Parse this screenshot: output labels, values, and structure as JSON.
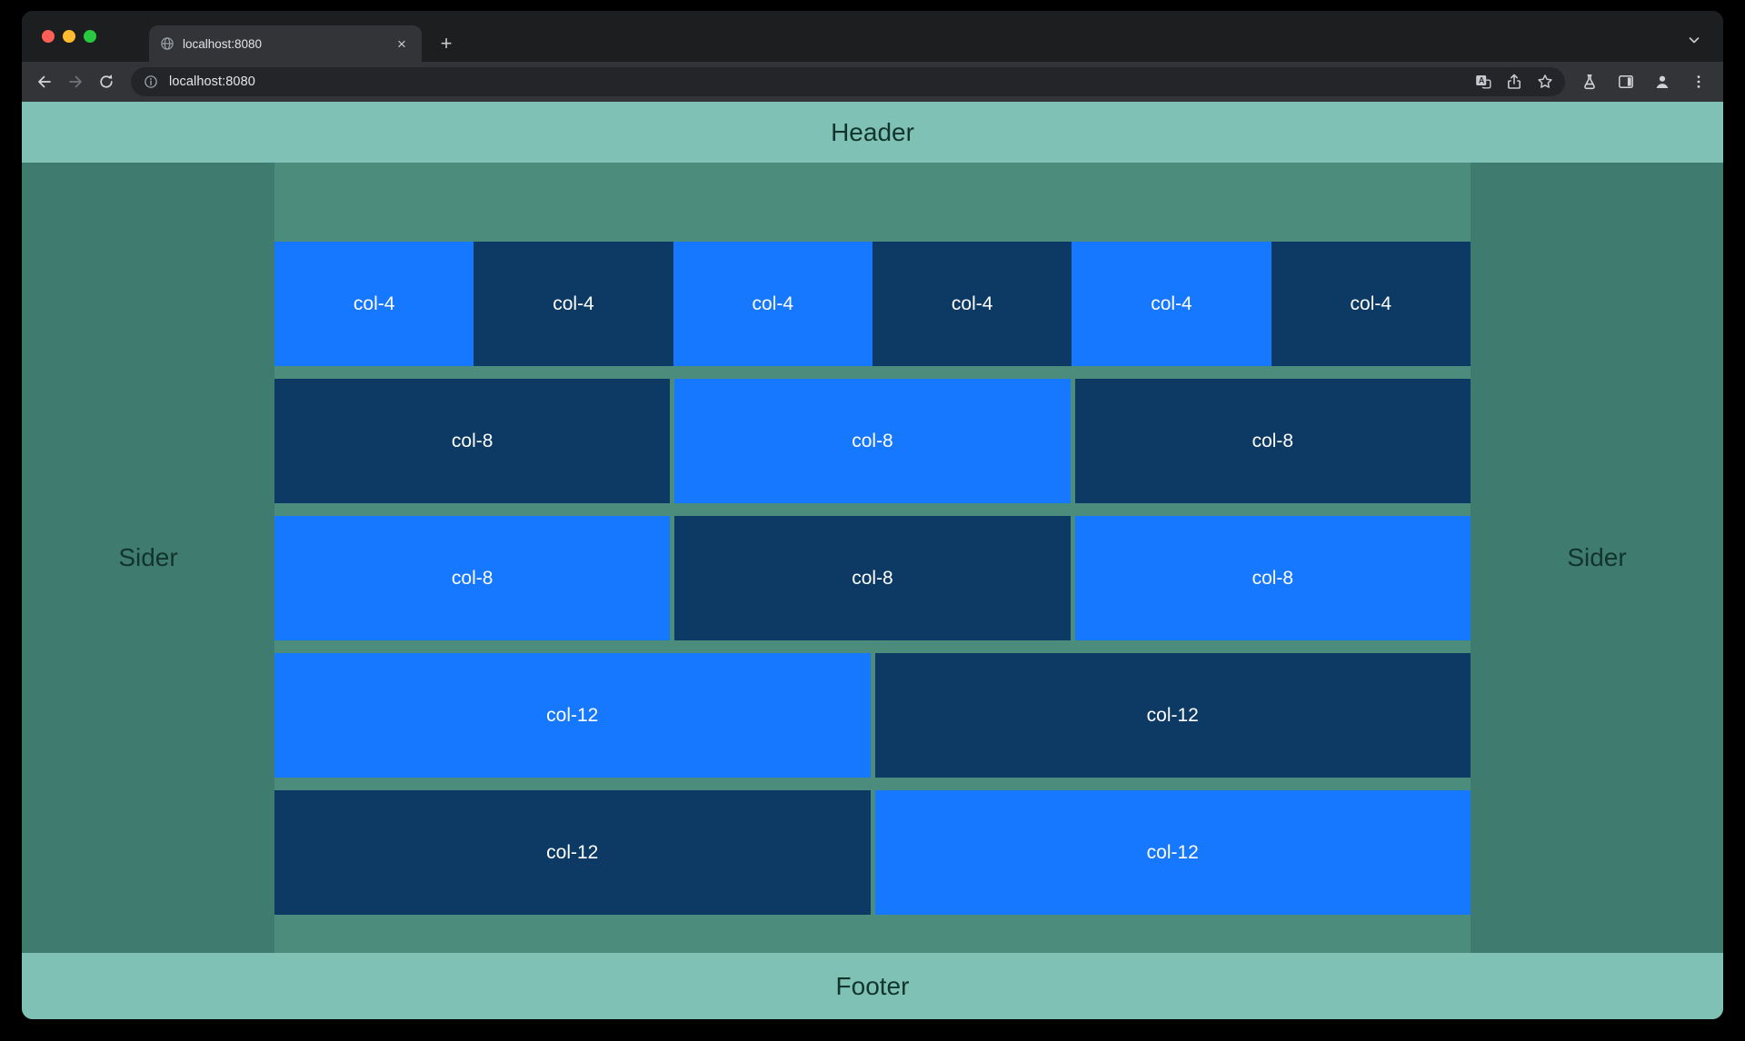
{
  "browser": {
    "tab": {
      "title": "localhost:8080",
      "close_glyph": "×"
    },
    "new_tab_glyph": "+",
    "address": {
      "url": "localhost:8080"
    }
  },
  "page": {
    "header": "Header",
    "left_sider": "Sider",
    "right_sider": "Sider",
    "footer": "Footer",
    "rows": [
      {
        "cells": [
          {
            "label": "col-4",
            "tone": "light"
          },
          {
            "label": "col-4",
            "tone": "dark"
          },
          {
            "label": "col-4",
            "tone": "light"
          },
          {
            "label": "col-4",
            "tone": "dark"
          },
          {
            "label": "col-4",
            "tone": "light"
          },
          {
            "label": "col-4",
            "tone": "dark"
          }
        ]
      },
      {
        "cells": [
          {
            "label": "col-8",
            "tone": "dark"
          },
          {
            "label": "col-8",
            "tone": "light"
          },
          {
            "label": "col-8",
            "tone": "dark"
          }
        ]
      },
      {
        "cells": [
          {
            "label": "col-8",
            "tone": "light"
          },
          {
            "label": "col-8",
            "tone": "dark"
          },
          {
            "label": "col-8",
            "tone": "light"
          }
        ]
      },
      {
        "cells": [
          {
            "label": "col-12",
            "tone": "light"
          },
          {
            "label": "col-12",
            "tone": "dark"
          }
        ]
      },
      {
        "cells": [
          {
            "label": "col-12",
            "tone": "dark"
          },
          {
            "label": "col-12",
            "tone": "light"
          }
        ]
      }
    ]
  },
  "colors": {
    "header_footer_bg": "#80c1b5",
    "sider_bg": "#3f7b6e",
    "content_bg": "#4b8c7d",
    "col_light": "#1677ff",
    "col_dark": "#0d3a64",
    "col_text": "#ffffff",
    "page_text": "#11352d"
  }
}
